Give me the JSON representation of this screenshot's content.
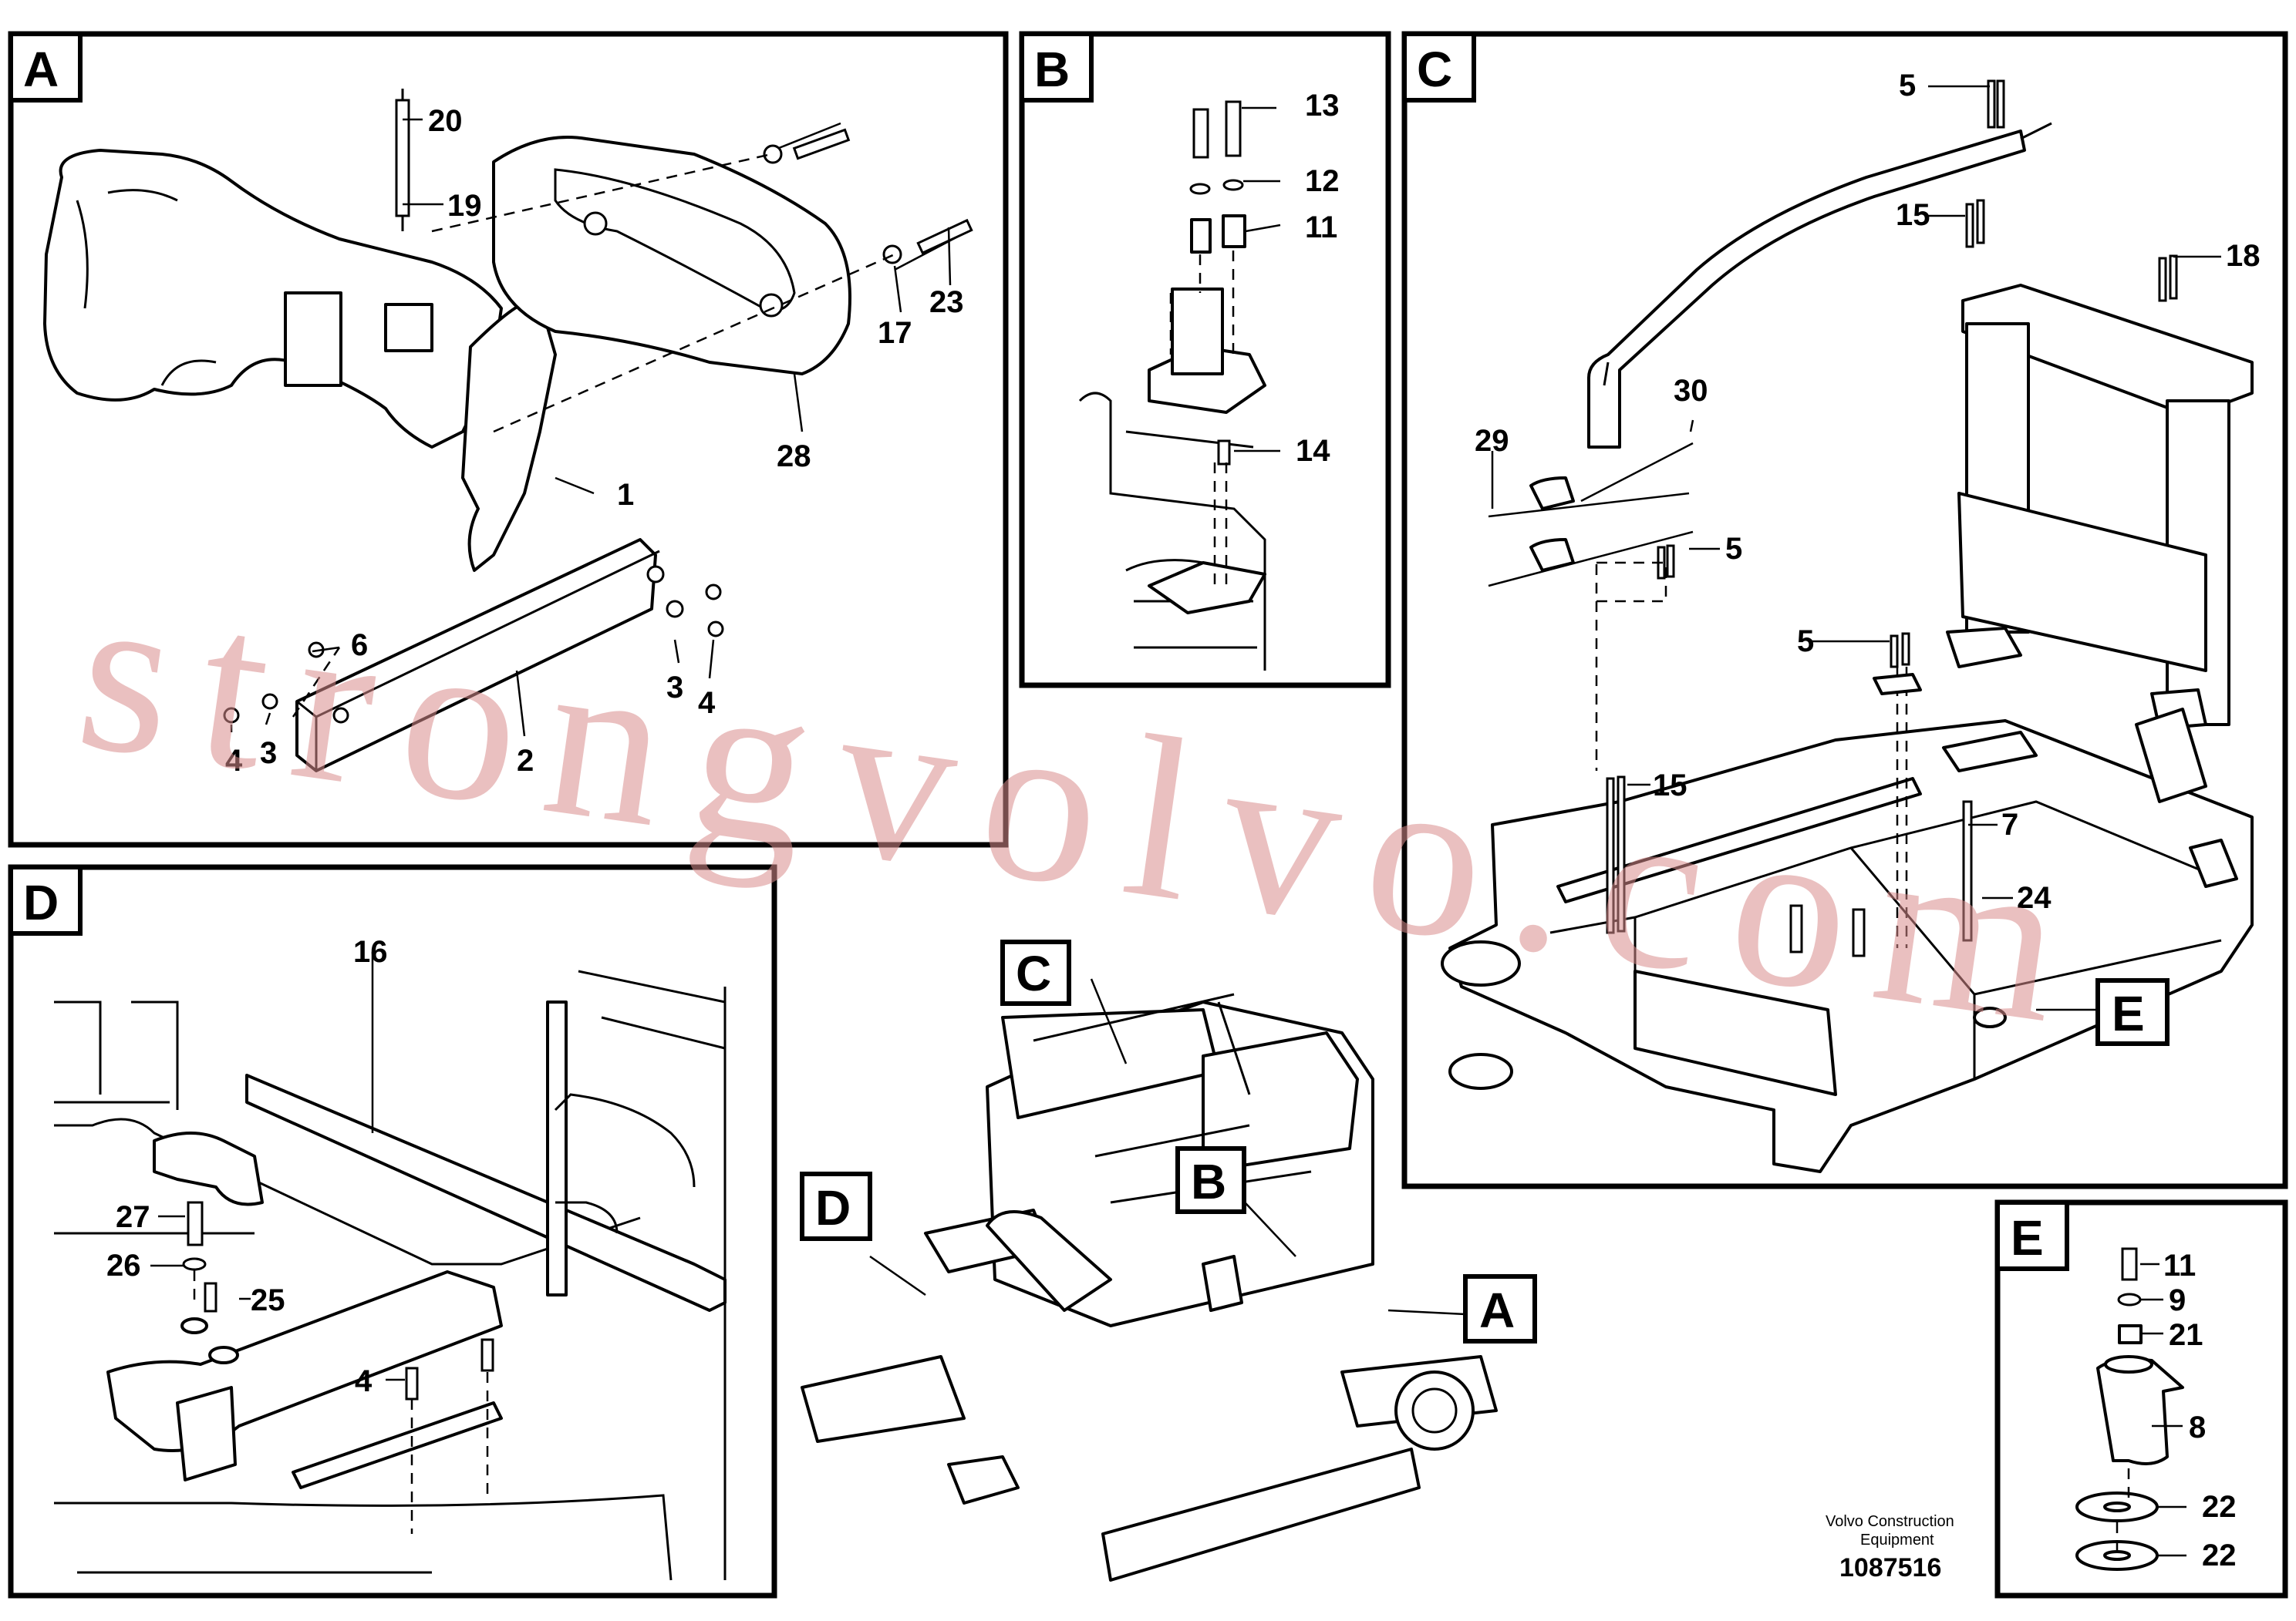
{
  "panels": {
    "A": {
      "tag": "A",
      "callouts": [
        "20",
        "19",
        "23",
        "17",
        "28",
        "1",
        "6",
        "3",
        "4",
        "4",
        "3",
        "2"
      ]
    },
    "B": {
      "tag": "B",
      "callouts": [
        "13",
        "12",
        "11",
        "14"
      ]
    },
    "C": {
      "tag": "C",
      "callouts": [
        "5",
        "15",
        "18",
        "30",
        "29",
        "5",
        "5",
        "15",
        "7",
        "24"
      ]
    },
    "D": {
      "tag": "D",
      "callouts": [
        "16",
        "27",
        "26",
        "25",
        "4"
      ]
    },
    "E": {
      "tag": "E",
      "callouts": [
        "11",
        "9",
        "21",
        "8",
        "22",
        "22"
      ]
    }
  },
  "overview": {
    "tags": [
      "C",
      "D",
      "B",
      "A",
      "E"
    ]
  },
  "credit": {
    "line1": "Volvo Construction",
    "line2": "Equipment"
  },
  "doc_number": "1087516",
  "watermark": "strongvolvo.com"
}
